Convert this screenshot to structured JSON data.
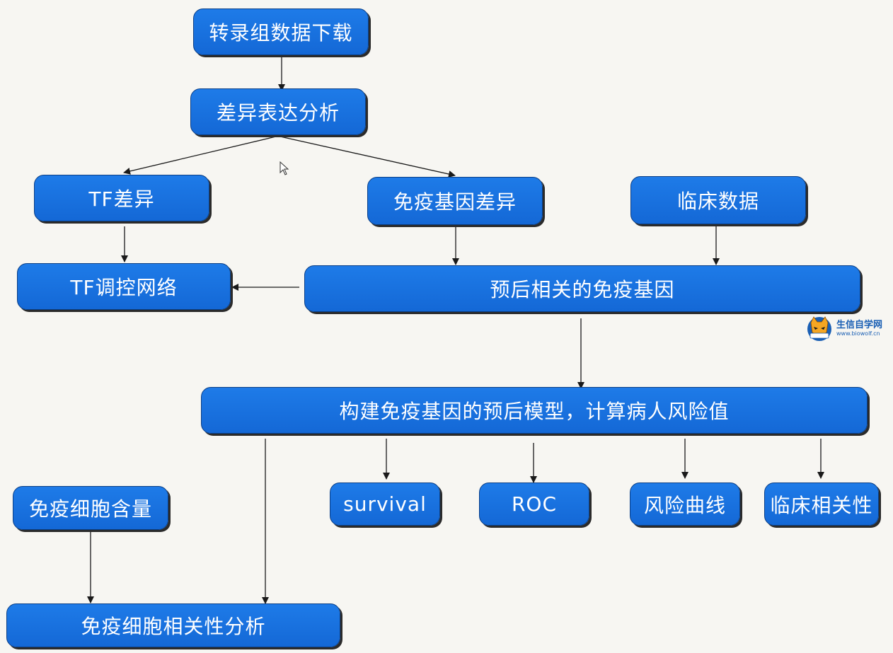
{
  "nodes": {
    "rnaseq_download": "转录组数据下载",
    "diff_expression": "差异表达分析",
    "tf_diff": "TF差异",
    "immune_gene_diff": "免疫基因差异",
    "clinical_data": "临床数据",
    "tf_network": "TF调控网络",
    "prognostic_immune_genes": "预后相关的免疫基因",
    "build_model": "构建免疫基因的预后模型，计算病人风险值",
    "immune_cell_content": "免疫细胞含量",
    "survival": "survival",
    "roc": "ROC",
    "risk_curve": "风险曲线",
    "clinical_correlation": "临床相关性",
    "immune_cell_correlation": "免疫细胞相关性分析"
  },
  "watermark": {
    "name": "生信自学网",
    "url": "www.biowolf.cn"
  },
  "colors": {
    "node_fill": "#1a74e3",
    "node_border": "#0b3f86",
    "node_text": "#ffffff",
    "background": "#f7f6f2",
    "edge": "#1a1a1a"
  }
}
